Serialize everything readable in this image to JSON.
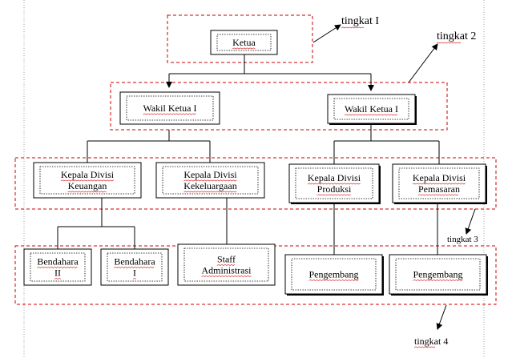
{
  "nodes": {
    "ketua": {
      "lines": [
        "Ketua"
      ]
    },
    "wakil_ketua_left": {
      "lines": [
        "Wakil Ketua  I"
      ]
    },
    "wakil_ketua_right": {
      "lines": [
        "Wakil Ketua  I"
      ]
    },
    "kadiv_keuangan": {
      "lines": [
        "Kepala Divisi",
        "Keuangan"
      ]
    },
    "kadiv_kekeluargaan": {
      "lines": [
        "Kepala Divisi",
        "Kekeluargaan"
      ]
    },
    "kadiv_produksi": {
      "lines": [
        "Kepala Divisi",
        "Produksi"
      ]
    },
    "kadiv_pemasaran": {
      "lines": [
        "Kepala Divisi",
        "Pemasaran"
      ]
    },
    "bendahara_2": {
      "lines": [
        "Bendahara",
        "II"
      ]
    },
    "bendahara_1": {
      "lines": [
        "Bendahara",
        "I"
      ]
    },
    "staff_administrasi": {
      "lines": [
        "Staff",
        "Administrasi"
      ]
    },
    "pengembang_left": {
      "lines": [
        "Pengembang"
      ]
    },
    "pengembang_right": {
      "lines": [
        "Pengembang"
      ]
    }
  },
  "levels": {
    "tingkat_1": "tingkat I",
    "tingkat_2": "tingkat 2",
    "tingkat_3": "tingkat 3",
    "tingkat_4": "tingkat  4"
  },
  "colors": {
    "level_border": "#cc0000",
    "node_border": "#000000",
    "connector": "#000000",
    "spellcheck": "#cc0000"
  }
}
